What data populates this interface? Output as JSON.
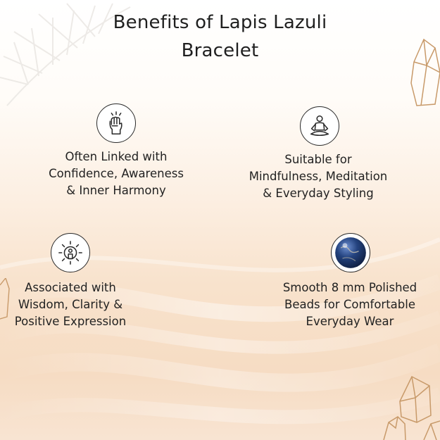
{
  "title": {
    "line1": "Benefits of Lapis Lazuli",
    "line2": "Bracelet"
  },
  "benefits": [
    {
      "icon": "raised-fist-icon",
      "lines": [
        "Often Linked with",
        "Confidence, Awareness",
        "& Inner Harmony"
      ]
    },
    {
      "icon": "meditation-icon",
      "lines": [
        "Suitable for",
        "Mindfulness, Meditation",
        "& Everyday Styling"
      ]
    },
    {
      "icon": "radiant-person-icon",
      "lines": [
        "Associated with",
        "Wisdom, Clarity &",
        "Positive Expression"
      ]
    },
    {
      "icon": "lapis-bead-icon",
      "lines": [
        "Smooth 8 mm Polished",
        "Beads for Comfortable",
        "Everyday Wear"
      ]
    }
  ],
  "colors": {
    "text": "#222222",
    "icon_stroke": "#2a2a2a",
    "crystal_outline": "#c89a6a",
    "lapis_blue": "#1f3f7a"
  }
}
